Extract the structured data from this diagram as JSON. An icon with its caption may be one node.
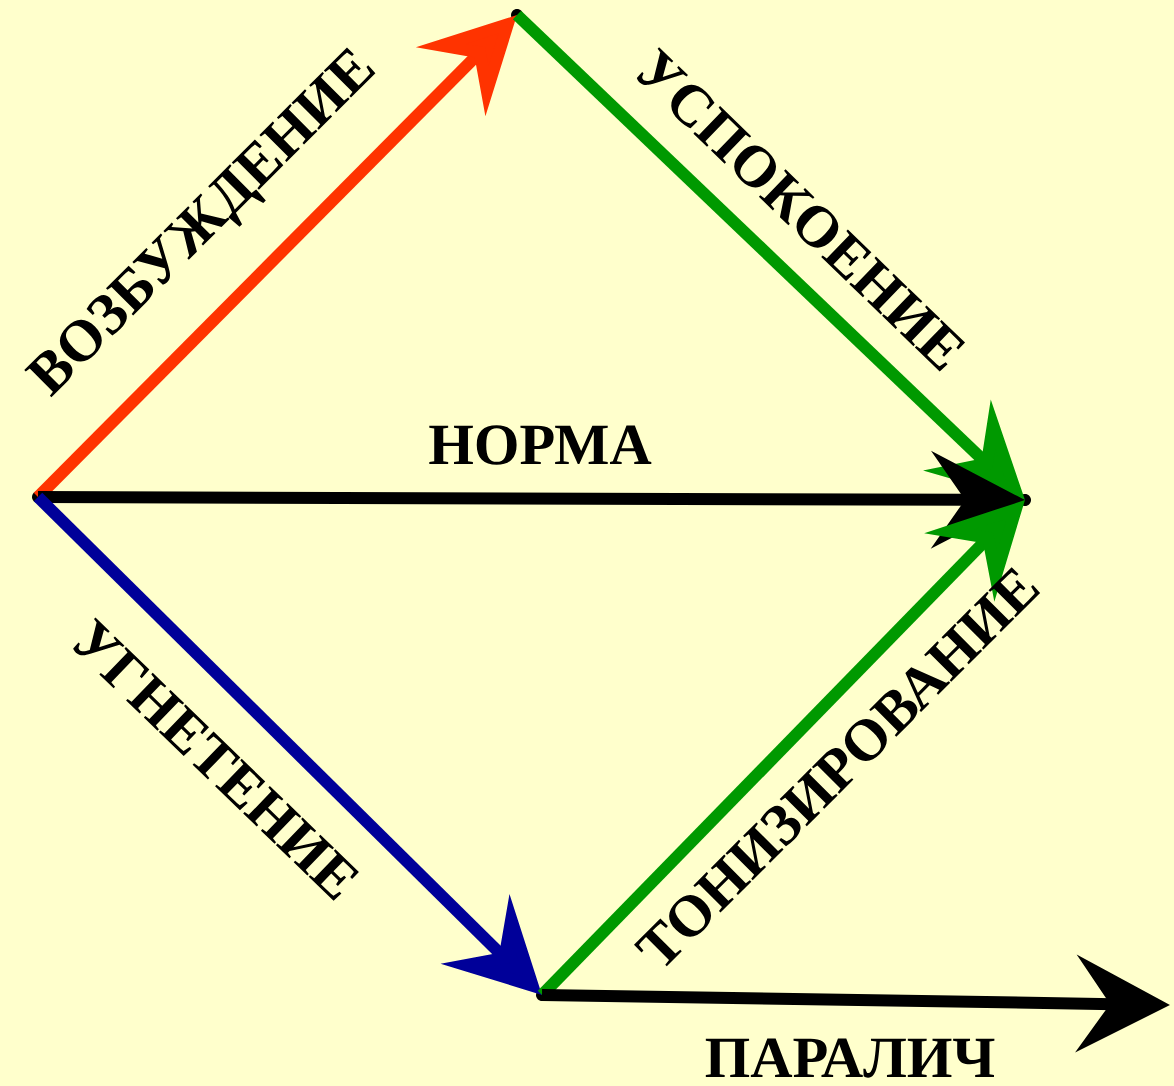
{
  "diagram": {
    "nodes": [
      {
        "text": [],
        "shape": "point"
      },
      {
        "text": [],
        "shape": "point"
      },
      {
        "text": [],
        "shape": "point"
      },
      {
        "text": [],
        "shape": "point"
      }
    ],
    "edges": [
      {
        "from": 0,
        "to": 1,
        "arrow": "to",
        "label": "ВОЗБУЖДЕНИЕ",
        "color": "#ff3300"
      },
      {
        "from": 1,
        "to": 2,
        "arrow": "to",
        "label": "УСПОКОЕНИЕ",
        "color": "#009900"
      },
      {
        "from": 0,
        "to": 2,
        "arrow": "to",
        "label": "НОРМА",
        "color": "#000000"
      },
      {
        "from": 0,
        "to": 3,
        "arrow": "to",
        "label": "УГНЕТЕНИЕ",
        "color": "#000099"
      },
      {
        "from": 3,
        "to": 2,
        "arrow": "to",
        "label": "ТОНИЗИРОВАНИЕ",
        "color": "#009900"
      },
      {
        "from": 3,
        "to": null,
        "arrow": "to",
        "label": "ПАРАЛИЧ",
        "color": "#000000"
      }
    ]
  }
}
